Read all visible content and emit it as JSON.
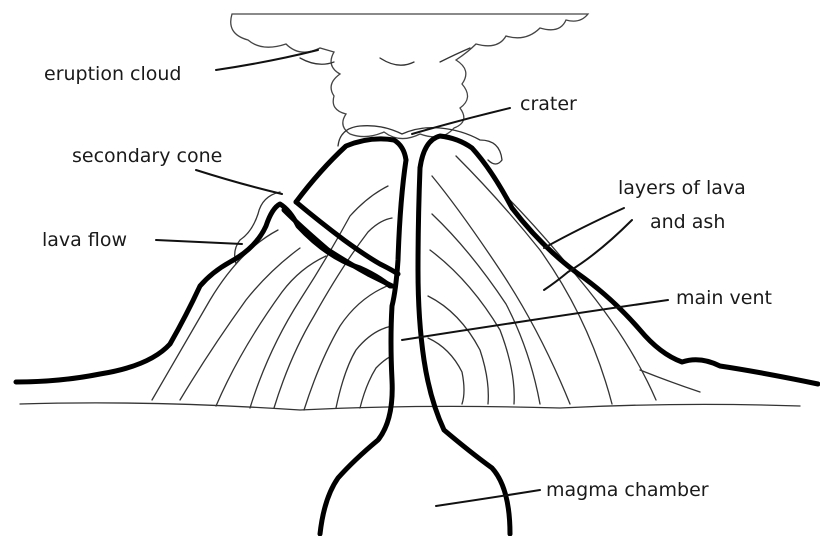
{
  "labels": {
    "eruption_cloud": "eruption cloud",
    "crater": "crater",
    "secondary_cone": "secondary cone",
    "lava_flow": "lava flow",
    "layers_line1": "layers of lava",
    "layers_line2": "and ash",
    "main_vent": "main vent",
    "magma_chamber": "magma chamber"
  }
}
